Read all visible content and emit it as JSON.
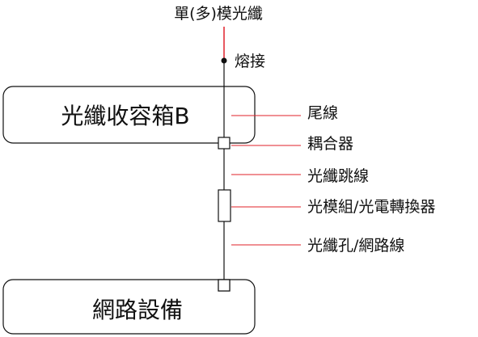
{
  "top_label": "單(多)模光纖",
  "fusion_label": "熔接",
  "box_top_label": "光纖收容箱B",
  "box_bottom_label": "網路設備",
  "annotations": {
    "pigtail": "尾線",
    "coupler": "耦合器",
    "patch_cord": "光纖跳線",
    "converter": "光模組/光電轉換器",
    "port_cable": "光纖孔/網路線"
  },
  "colors": {
    "fiber_red": "#e0202a",
    "line": "#111111",
    "leader": "#e0202a"
  }
}
